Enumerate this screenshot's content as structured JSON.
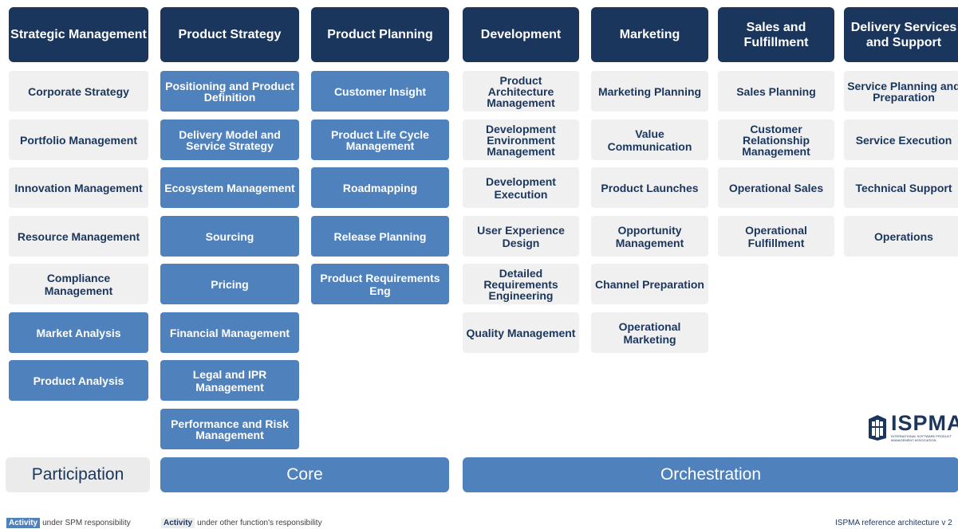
{
  "columns": [
    {
      "header": "Strategic Management",
      "cells": [
        {
          "label": "Corporate Strategy",
          "type": "other"
        },
        {
          "label": "Portfolio Management",
          "type": "other"
        },
        {
          "label": "Innovation Management",
          "type": "other"
        },
        {
          "label": "Resource Management",
          "type": "other"
        },
        {
          "label": "Compliance Management",
          "type": "other"
        },
        {
          "label": "Market Analysis",
          "type": "core"
        },
        {
          "label": "Product Analysis",
          "type": "core"
        }
      ]
    },
    {
      "header": "Product Strategy",
      "cells": [
        {
          "label": "Positioning and Product Definition",
          "type": "core"
        },
        {
          "label": "Delivery Model and Service Strategy",
          "type": "core"
        },
        {
          "label": "Ecosystem Management",
          "type": "core"
        },
        {
          "label": "Sourcing",
          "type": "core"
        },
        {
          "label": "Pricing",
          "type": "core"
        },
        {
          "label": "Financial Management",
          "type": "core"
        },
        {
          "label": "Legal and IPR Management",
          "type": "core"
        },
        {
          "label": "Performance and Risk Management",
          "type": "core"
        }
      ]
    },
    {
      "header": "Product Planning",
      "cells": [
        {
          "label": "Customer Insight",
          "type": "core"
        },
        {
          "label": "Product Life Cycle Management",
          "type": "core"
        },
        {
          "label": "Roadmapping",
          "type": "core"
        },
        {
          "label": "Release Planning",
          "type": "core"
        },
        {
          "label": "Product Requirements Eng",
          "type": "core"
        }
      ]
    },
    {
      "header": "Development",
      "cells": [
        {
          "label": "Product Architecture Management",
          "type": "other"
        },
        {
          "label": "Development Environment Management",
          "type": "other"
        },
        {
          "label": "Development Execution",
          "type": "other"
        },
        {
          "label": "User Experience Design",
          "type": "other"
        },
        {
          "label": "Detailed Requirements Engineering",
          "type": "other"
        },
        {
          "label": "Quality Management",
          "type": "other"
        }
      ]
    },
    {
      "header": "Marketing",
      "cells": [
        {
          "label": "Marketing Planning",
          "type": "other"
        },
        {
          "label": "Value Communication",
          "type": "other"
        },
        {
          "label": "Product Launches",
          "type": "other"
        },
        {
          "label": "Opportunity Management",
          "type": "other"
        },
        {
          "label": "Channel Preparation",
          "type": "other"
        },
        {
          "label": "Operational Marketing",
          "type": "other"
        }
      ]
    },
    {
      "header": "Sales and Fulfillment",
      "cells": [
        {
          "label": "Sales Planning",
          "type": "other"
        },
        {
          "label": "Customer Relationship Management",
          "type": "other"
        },
        {
          "label": "Operational Sales",
          "type": "other"
        },
        {
          "label": "Operational Fulfillment",
          "type": "other"
        }
      ]
    },
    {
      "header": "Delivery Services and Support",
      "cells": [
        {
          "label": "Service Planning and Preparation",
          "type": "other"
        },
        {
          "label": "Service Execution",
          "type": "other"
        },
        {
          "label": "Technical Support",
          "type": "other"
        },
        {
          "label": "Operations",
          "type": "other"
        }
      ]
    }
  ],
  "bars": {
    "participation": "Participation",
    "core": "Core",
    "orchestration": "Orchestration"
  },
  "legend": {
    "core_swatch": "Activity",
    "core_text": "under SPM responsibility",
    "other_swatch": "Activity",
    "other_text": "under other function's responsibility"
  },
  "logo": {
    "word": "ISPMA",
    "tagline": "INTERNATIONAL SOFTWARE PRODUCT MANAGEMENT ASSOCIATION"
  },
  "footer": {
    "version": "ISPMA reference architecture v 2"
  },
  "colors": {
    "header": "#1b365d",
    "core_activity": "#4f81bd",
    "other_activity": "#f0f0f0"
  }
}
